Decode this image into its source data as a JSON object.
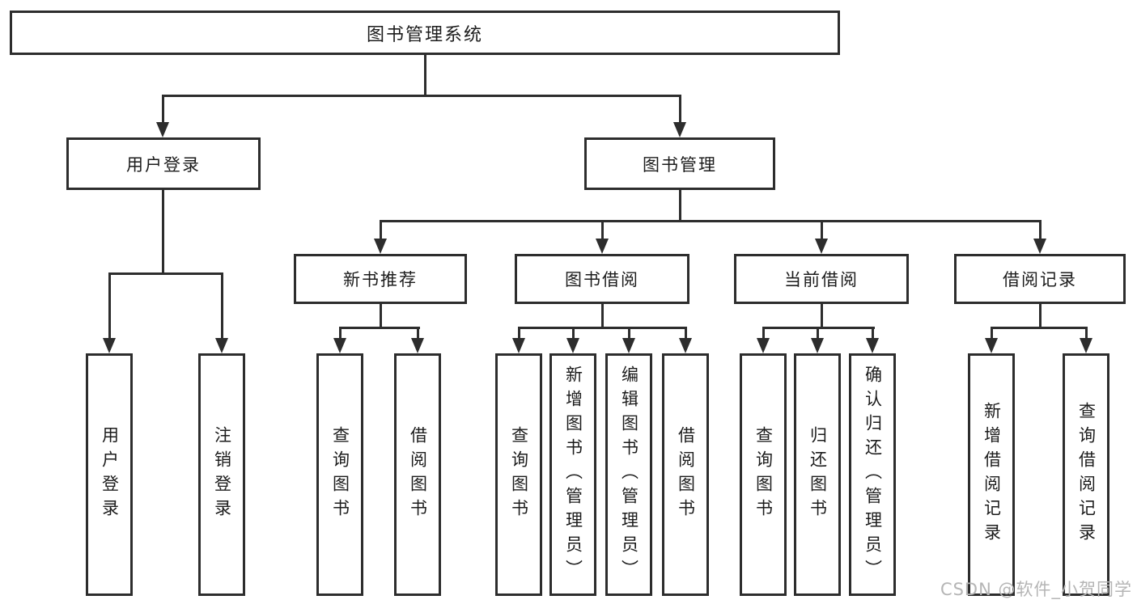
{
  "diagram": {
    "title_node": "图书管理系统",
    "level2": {
      "user_login": "用户登录",
      "book_management": "图书管理"
    },
    "level3": {
      "new_book_recommend": "新书推荐",
      "book_borrow": "图书借阅",
      "current_borrow": "当前借阅",
      "borrow_records": "借阅记录"
    },
    "leaves": {
      "login": "用户登录",
      "logout": "注销登录",
      "rec_query_books": "查询图书",
      "rec_borrow_books": "借阅图书",
      "bb_query_books": "查询图书",
      "bb_add_books": "新增图书（管理员）",
      "bb_edit_books": "编辑图书（管理员）",
      "bb_borrow_books": "借阅图书",
      "cb_query_books": "查询图书",
      "cb_return_books": "归还图书",
      "cb_confirm_return": "确认归还（管理员）",
      "br_add_record": "新增借阅记录",
      "br_query_record": "查询借阅记录"
    }
  },
  "colors": {
    "line": "#2d2d2d",
    "box_border": "#2d2d2d",
    "text": "#1c1c1c",
    "background": "#ffffff",
    "watermark": "#b5b5b5"
  },
  "watermark": "CSDN @软件_小贺同学"
}
